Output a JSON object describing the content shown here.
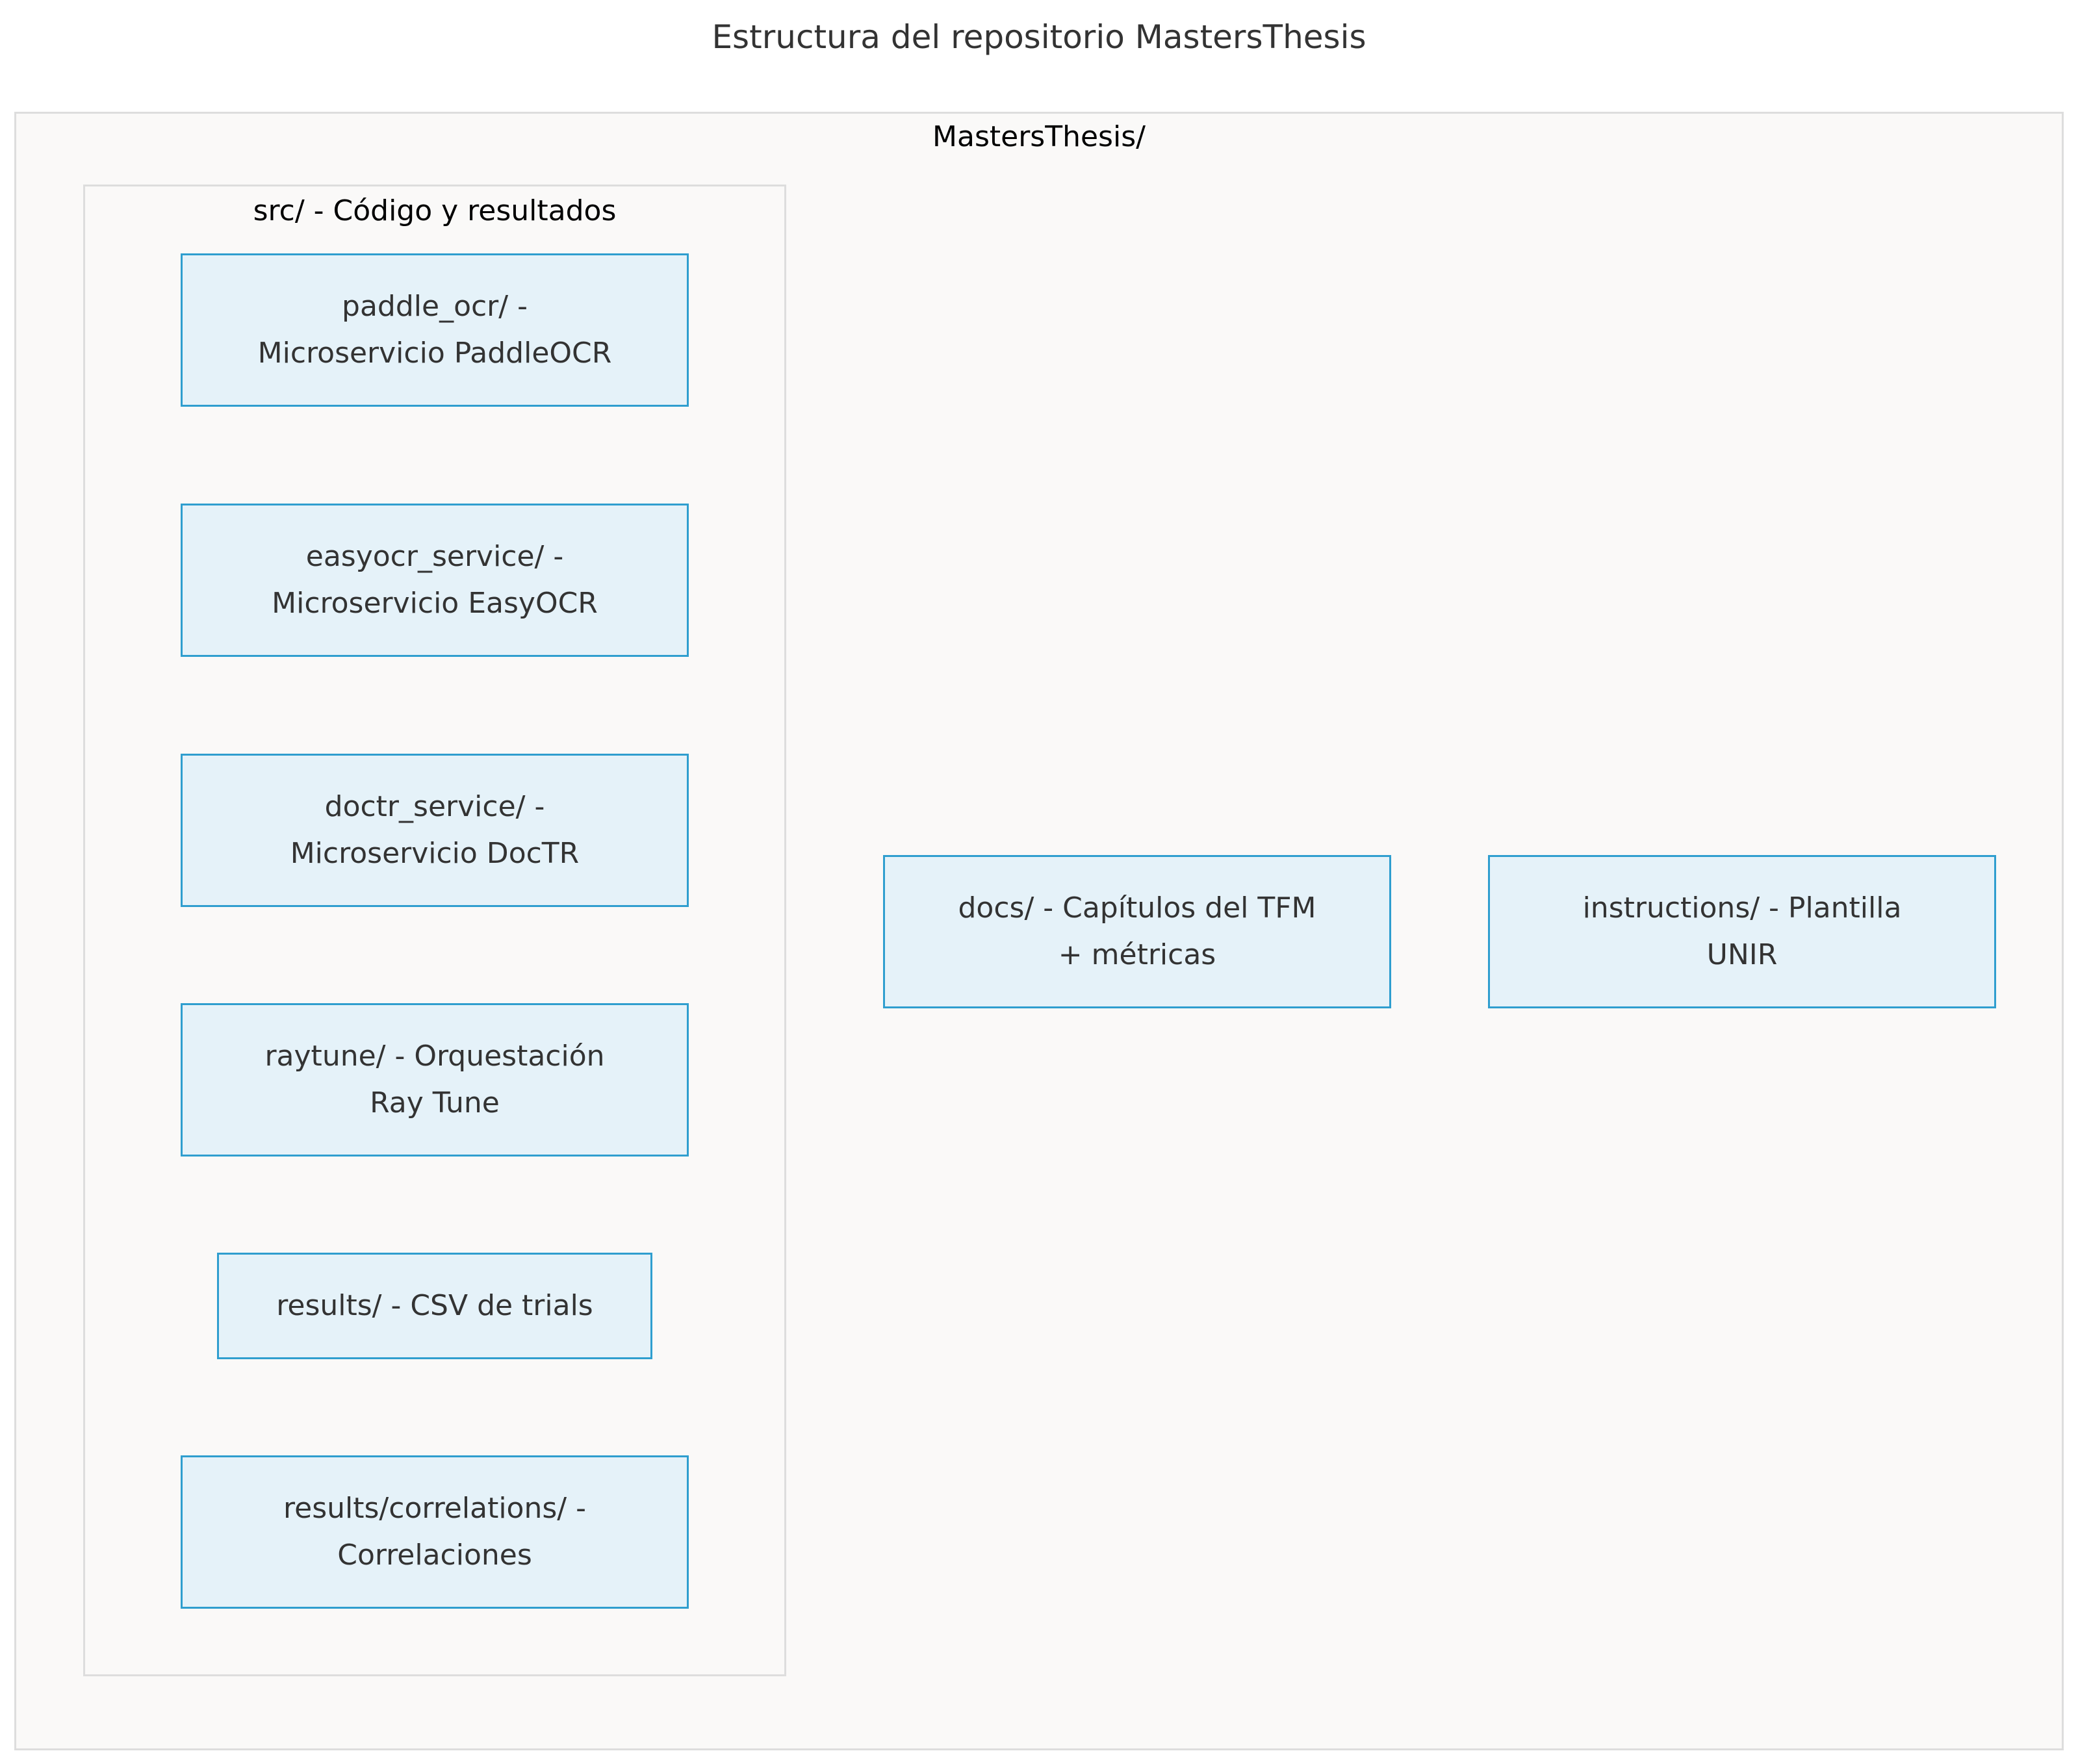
{
  "title": "Estructura del repositorio MastersThesis",
  "root": {
    "label": "MastersThesis/"
  },
  "src": {
    "label": "src/ - Código y resultados",
    "nodes": [
      {
        "line1": "paddle_ocr/ -",
        "line2": "Microservicio PaddleOCR"
      },
      {
        "line1": "easyocr_service/ -",
        "line2": "Microservicio EasyOCR"
      },
      {
        "line1": "doctr_service/ -",
        "line2": "Microservicio DocTR"
      },
      {
        "line1": "raytune/ - Orquestación",
        "line2": "Ray Tune"
      },
      {
        "line1": "results/ - CSV de trials",
        "line2": ""
      },
      {
        "line1": "results/correlations/ -",
        "line2": "Correlaciones"
      }
    ]
  },
  "docs": {
    "line1": "docs/ - Capítulos del TFM",
    "line2": "+ métricas"
  },
  "instructions": {
    "line1": "instructions/ - Plantilla",
    "line2": "UNIR"
  },
  "colors": {
    "node_fill": "#e5f2f9",
    "node_border": "#2f9ecf",
    "cluster_fill": "#faf9f8",
    "cluster_border": "#dddddd"
  }
}
